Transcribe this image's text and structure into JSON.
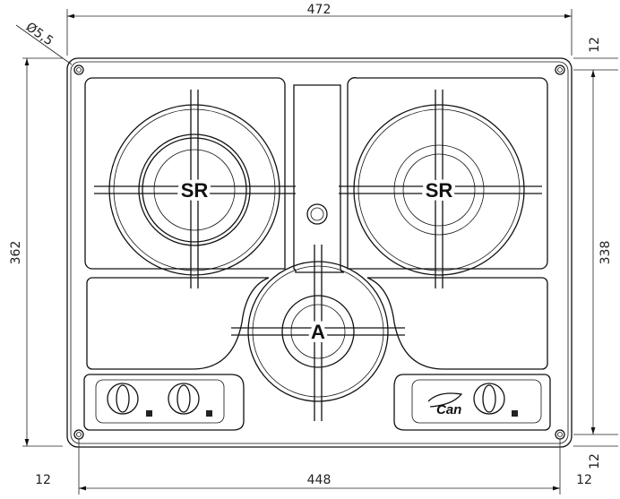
{
  "dimensions": {
    "overall_width": "472",
    "top_margin": "12",
    "hole_diameter": "Ø5,5",
    "overall_height": "362",
    "inner_height": "338",
    "bottom_margin": "12",
    "left_margin": "12",
    "inner_width": "448",
    "right_margin": "12"
  },
  "burners": [
    {
      "label": "SR"
    },
    {
      "label": "SR"
    },
    {
      "label": "A"
    }
  ],
  "logo": "Can"
}
